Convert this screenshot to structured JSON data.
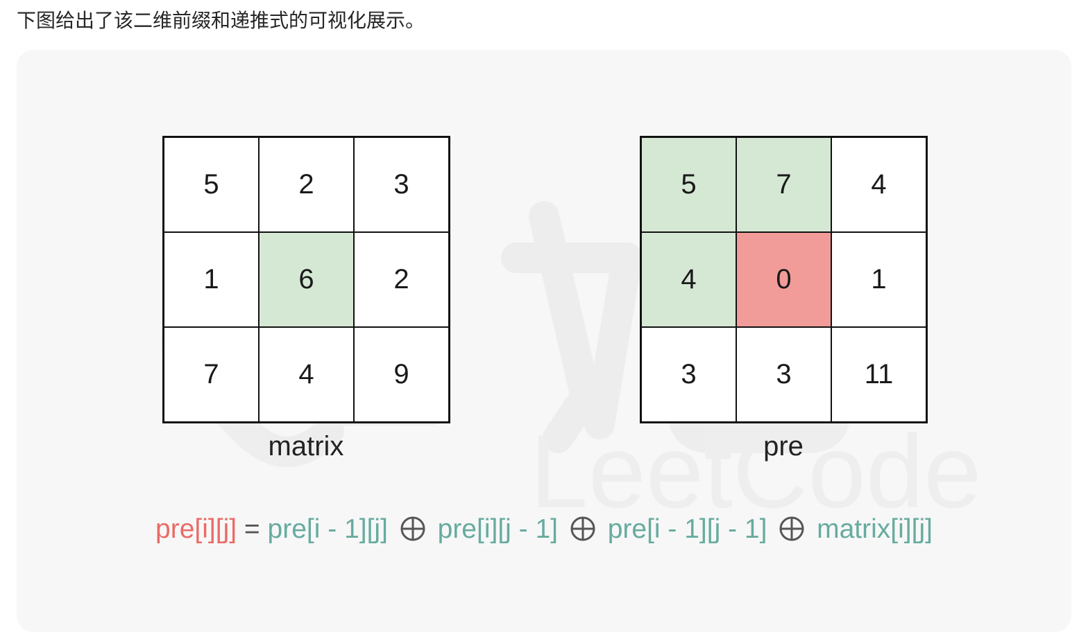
{
  "intro_text": "下图给出了该二维前缀和递推式的可视化展示。",
  "matrix": {
    "label": "matrix",
    "cells": [
      [
        "5",
        "2",
        "3"
      ],
      [
        "1",
        "6",
        "2"
      ],
      [
        "7",
        "4",
        "9"
      ]
    ],
    "highlight": {
      "green": "#d5e8d4"
    }
  },
  "pre": {
    "label": "pre",
    "cells": [
      [
        "5",
        "7",
        "4"
      ],
      [
        "4",
        "0",
        "1"
      ],
      [
        "3",
        "3",
        "11"
      ]
    ],
    "highlight": {
      "green": "#d5e8d4",
      "red": "#f19c99"
    }
  },
  "formula": {
    "lhs": "pre[i][j]",
    "equals": "=",
    "term1": "pre[i - 1][j]",
    "term2": "pre[i][j - 1]",
    "term3": "pre[i - 1][j - 1]",
    "term4": "matrix[i][j]",
    "operator_icon": "xor-circle-plus-icon",
    "colors": {
      "lhs": "#ea6b66",
      "terms": "#67ab9f",
      "operator": "#555555"
    }
  },
  "watermark_icon": "leetcode-logo-watermark-icon"
}
